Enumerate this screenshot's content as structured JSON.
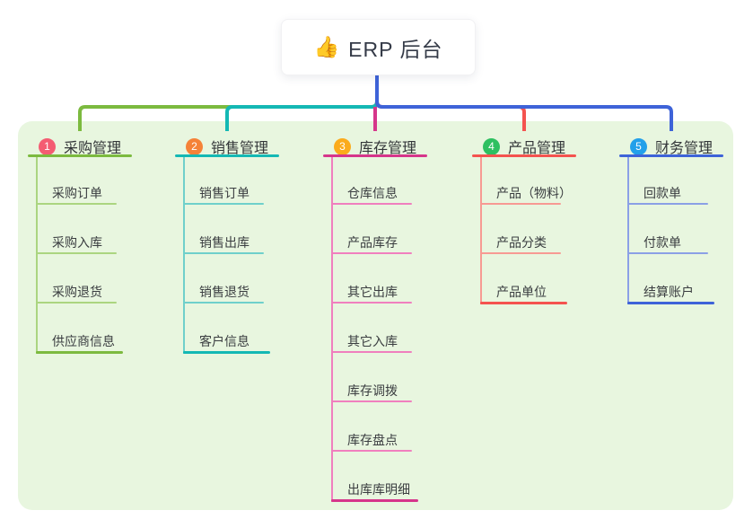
{
  "root": {
    "emoji": "👍",
    "icon": "thumbs-up-icon",
    "label": "ERP 后台"
  },
  "panel": {
    "background": "#e8f6df"
  },
  "rail_color": "#4660d8",
  "branches": [
    {
      "badge": "1",
      "badge_color": "#f45c72",
      "line_color": "#7cba3f",
      "line_light": "#abd580",
      "label": "采购管理",
      "children": [
        "采购订单",
        "采购入库",
        "采购退货",
        "供应商信息"
      ]
    },
    {
      "badge": "2",
      "badge_color": "#f58238",
      "line_color": "#14b8b4",
      "line_light": "#6fd0cb",
      "label": "销售管理",
      "children": [
        "销售订单",
        "销售出库",
        "销售退货",
        "客户信息"
      ]
    },
    {
      "badge": "3",
      "badge_color": "#fbab1c",
      "line_color": "#d6368b",
      "line_light": "#f07fbe",
      "label": "库存管理",
      "children": [
        "仓库信息",
        "产品库存",
        "其它出库",
        "其它入库",
        "库存调拨",
        "库存盘点",
        "出库库明细"
      ]
    },
    {
      "badge": "4",
      "badge_color": "#2ec061",
      "line_color": "#f4534f",
      "line_light": "#f79a93",
      "label": "产品管理",
      "children": [
        "产品（物料）",
        "产品分类",
        "产品单位"
      ]
    },
    {
      "badge": "5",
      "badge_color": "#23a0ea",
      "line_color": "#3e63d8",
      "line_light": "#8ba0e6",
      "label": "财务管理",
      "children": [
        "回款单",
        "付款单",
        "结算账户"
      ]
    }
  ]
}
